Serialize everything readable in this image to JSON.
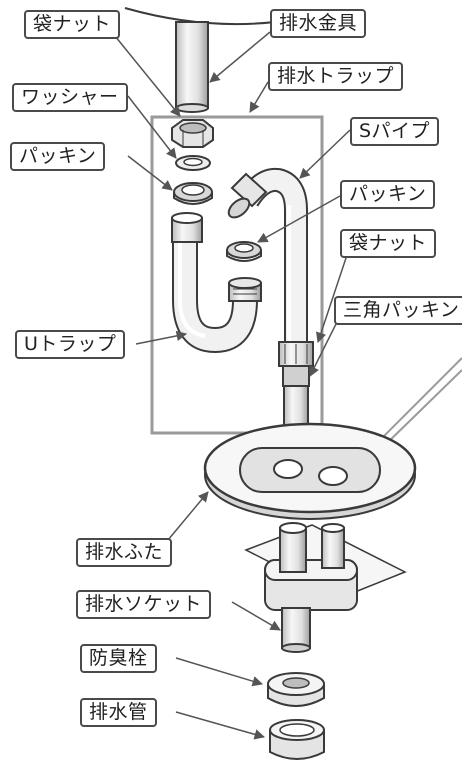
{
  "labels": {
    "bag_nut_top": "袋ナット",
    "drain_fitting": "排水金具",
    "drain_trap": "排水トラップ",
    "washer": "ワッシャー",
    "packing_left": "パッキン",
    "s_pipe": "Sパイプ",
    "packing_right": "パッキン",
    "bag_nut_right": "袋ナット",
    "triangle_packing": "三角パッキン",
    "u_trap": "Uトラップ",
    "drain_cover": "排水ふた",
    "drain_socket": "排水ソケット",
    "odor_plug": "防臭栓",
    "drain_pipe": "排水管"
  },
  "colors": {
    "frame": "#9a9a9a",
    "line": "#3a3a3a",
    "label_border": "#4a4a4a",
    "part_fill": "#f4f4f4",
    "part_shade": "#cfcfcf"
  }
}
